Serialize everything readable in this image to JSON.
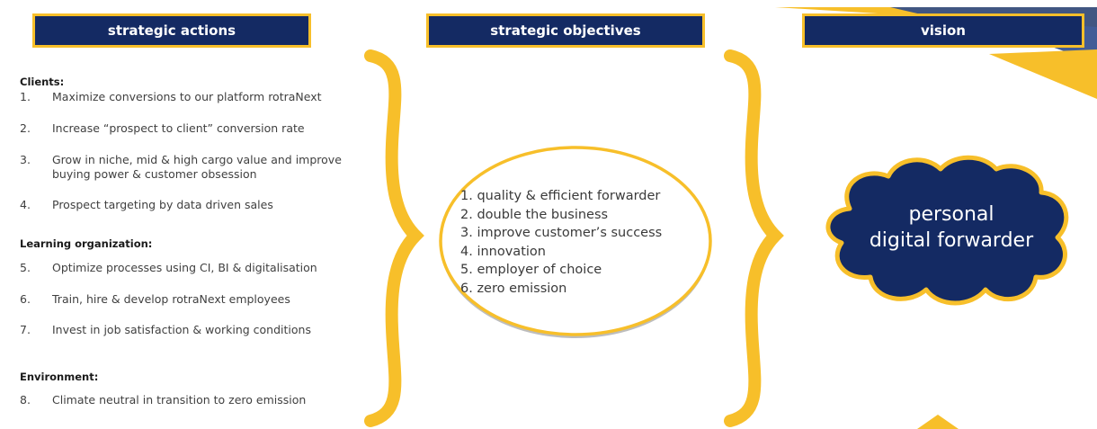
{
  "headers": {
    "actions": "strategic actions",
    "objectives": "strategic objectives",
    "vision": "vision"
  },
  "sections": [
    {
      "title": "Clients:",
      "items": [
        {
          "num": "1.",
          "text": "Maximize conversions to our platform rotraNext"
        },
        {
          "num": "2.",
          "text": "Increase “prospect to client” conversion rate"
        },
        {
          "num": "3.",
          "text": "Grow in niche, mid & high cargo value and improve buying power & customer obsession"
        },
        {
          "num": "4.",
          "text": "Prospect targeting by data driven sales"
        }
      ]
    },
    {
      "title": "Learning organization:",
      "items": [
        {
          "num": "5.",
          "text": "Optimize processes using CI, BI & digitalisation"
        },
        {
          "num": "6.",
          "text": "Train, hire & develop rotraNext employees"
        },
        {
          "num": "7.",
          "text": "Invest in job satisfaction & working conditions"
        }
      ]
    },
    {
      "title": "Environment:",
      "items": [
        {
          "num": "8.",
          "text": "Climate neutral in transition to zero emission"
        }
      ]
    }
  ],
  "objectives": [
    "1. quality & efficient forwarder",
    "2. double the business",
    "3. improve customer’s success",
    "4. innovation",
    "5. employer of choice",
    "6. zero emission"
  ],
  "vision": {
    "line1": "personal",
    "line2": "digital forwarder"
  },
  "colors": {
    "navy": "#142a63",
    "gold": "#f7bf2a",
    "text": "#404040"
  }
}
